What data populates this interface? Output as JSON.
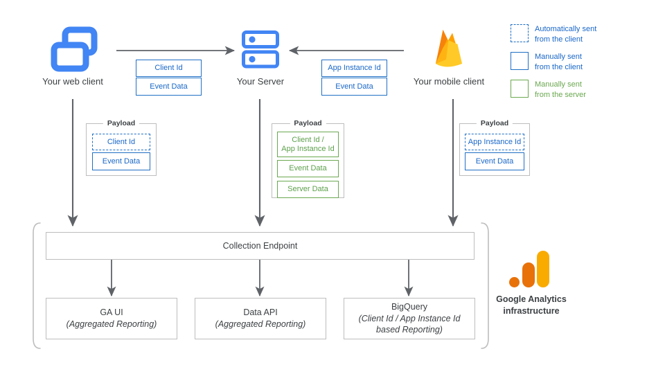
{
  "diagram": {
    "title": "Google Analytics data collection architecture",
    "colors": {
      "blue_stroke": "#1F6FC4",
      "blue_text": "#1967C8",
      "green_stroke": "#6AA84F",
      "green_text": "#6AA84F",
      "grey_stroke": "#BDBDBD",
      "arrow": "#5F6368",
      "icon_blue": "#4285F4",
      "firebase_orange": "#F6820C",
      "firebase_amber": "#FFA000",
      "firebase_yellow": "#FFCA28",
      "ga_orange": "#E8710A",
      "ga_yellow": "#F9AB00"
    }
  },
  "nodes": {
    "web_client": {
      "label": "Your web client",
      "icon": "browser-windows-icon"
    },
    "server": {
      "label": "Your Server",
      "icon": "server-rack-icon"
    },
    "mobile_client": {
      "label": "Your mobile client",
      "icon": "firebase-flame-icon"
    }
  },
  "transit": {
    "web_to_server": [
      {
        "label": "Client Id",
        "style": "blue-solid"
      },
      {
        "label": "Event Data",
        "style": "blue-solid"
      }
    ],
    "mobile_to_server": [
      {
        "label": "App Instance Id",
        "style": "blue-solid"
      },
      {
        "label": "Event Data",
        "style": "blue-solid"
      }
    ]
  },
  "payloads": {
    "legend_label": "Payload",
    "web": {
      "title": "Payload",
      "items": [
        {
          "label": "Client Id",
          "style": "blue-dashed"
        },
        {
          "label": "Event Data",
          "style": "blue-solid"
        }
      ]
    },
    "server": {
      "title": "Payload",
      "items": [
        {
          "label": "Client Id /\nApp Instance Id",
          "line1": "Client Id /",
          "line2": "App Instance Id",
          "style": "green-solid"
        },
        {
          "label": "Event Data",
          "style": "green-solid"
        },
        {
          "label": "Server Data",
          "style": "green-solid"
        }
      ]
    },
    "mobile": {
      "title": "Payload",
      "items": [
        {
          "label": "App Instance Id",
          "style": "blue-dashed"
        },
        {
          "label": "Event Data",
          "style": "blue-solid"
        }
      ]
    }
  },
  "legend": {
    "items": [
      {
        "swatch": "dashed-blue",
        "line1": "Automatically sent",
        "line2": "from the client",
        "color": "#1967C8"
      },
      {
        "swatch": "solid-blue",
        "line1": "Manually sent",
        "line2": "from the client",
        "color": "#1967C8"
      },
      {
        "swatch": "solid-green",
        "line1": "Manually sent",
        "line2": "from the server",
        "color": "#6AA84F"
      }
    ]
  },
  "infrastructure": {
    "collection_endpoint": "Collection Endpoint",
    "outputs": [
      {
        "title": "GA UI",
        "sub": "(Aggregated Reporting)"
      },
      {
        "title": "Data API",
        "sub": "(Aggregated Reporting)"
      },
      {
        "title": "BigQuery",
        "sub": "(Client Id / App Instance Id",
        "sub2": "based Reporting)"
      }
    ],
    "brand_line1": "Google Analytics",
    "brand_line2": "infrastructure",
    "brand_icon": "google-analytics-bars-icon"
  }
}
